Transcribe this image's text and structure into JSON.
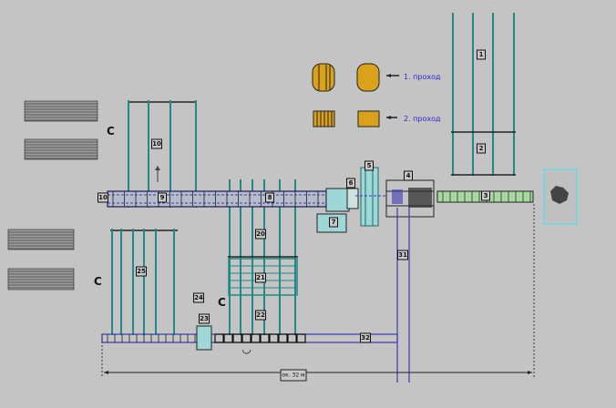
{
  "legend": {
    "pass1_label": "1. проход",
    "pass2_label": "2. проход"
  },
  "stations": [
    "1",
    "2",
    "3",
    "4",
    "5",
    "6",
    "7",
    "8",
    "9",
    "10",
    "10",
    "20",
    "21",
    "22",
    "23",
    "24",
    "25",
    "31",
    "32"
  ],
  "dimension_label": "ок. 32 м",
  "colors": {
    "background": "#c4c4c4",
    "conveyor": "#1f8a88",
    "line_blue": "#3a3ab8",
    "log": "#d9a21a",
    "green_conveyor": "#a8d8a0",
    "cyan": "#9fd6d6"
  }
}
